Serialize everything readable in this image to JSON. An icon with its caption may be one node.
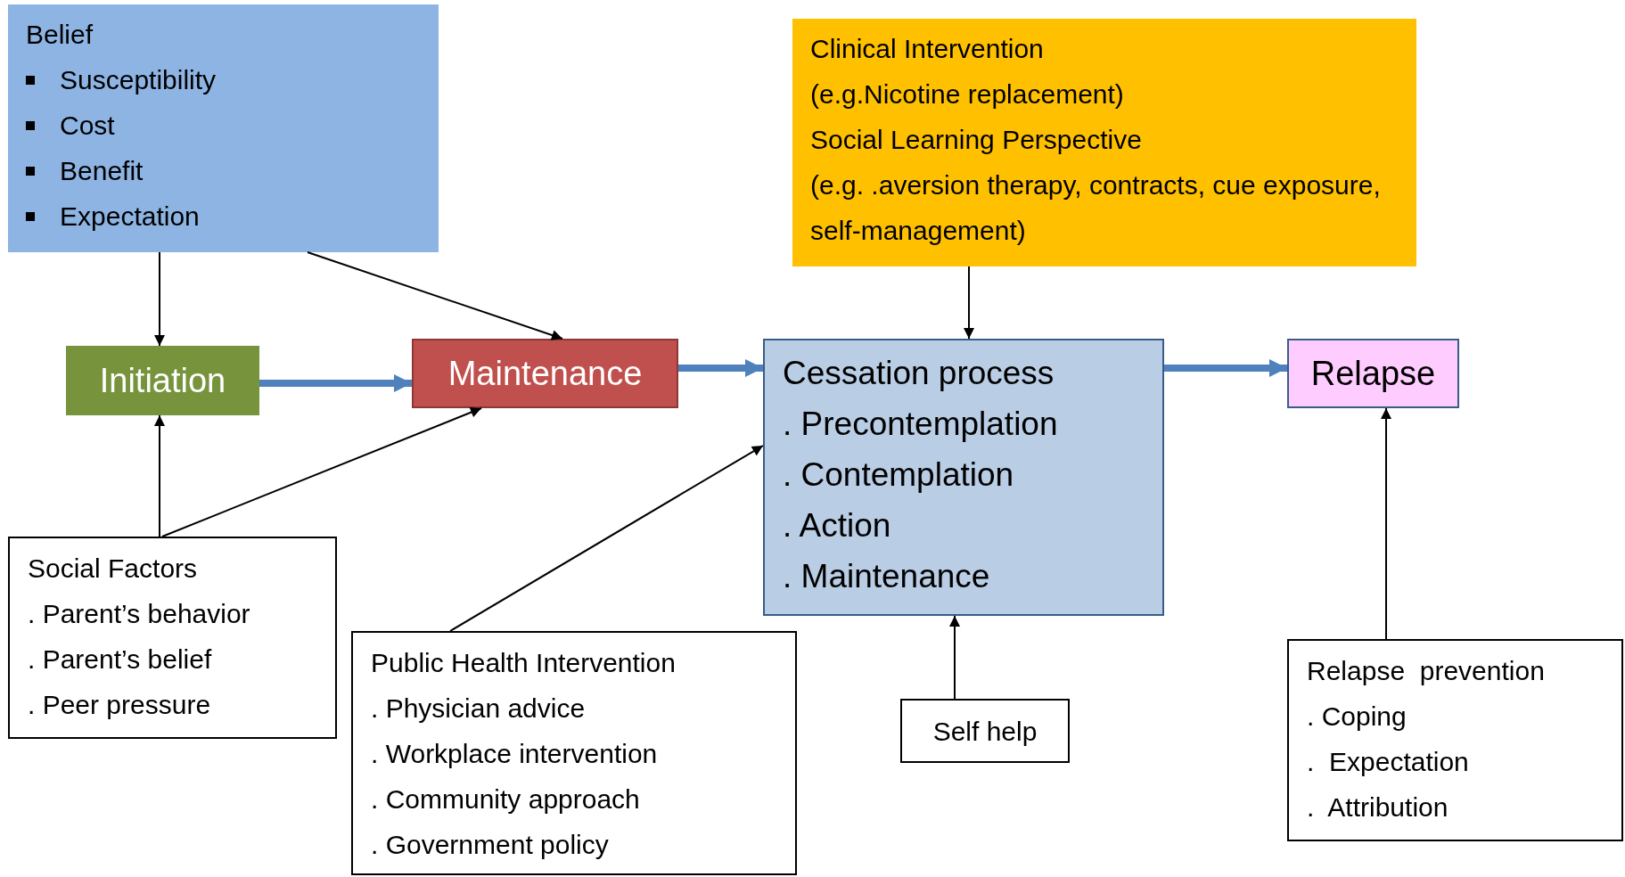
{
  "diagram": {
    "nodes": [
      {
        "text": [
          "Belief",
          "Susceptibility",
          "Cost",
          "Benefit",
          "Expectation"
        ]
      },
      {
        "text": [
          "Clinical Intervention",
          "(e.g.Nicotine replacement)",
          "Social Learning Perspective",
          "(e.g. .aversion therapy, contracts, cue exposure, self-management)"
        ]
      },
      {
        "text": [
          "Initiation"
        ]
      },
      {
        "text": [
          "Maintenance"
        ]
      },
      {
        "text": [
          "Cessation process",
          ". Precontemplation",
          ". Contemplation",
          ". Action",
          ". Maintenance"
        ]
      },
      {
        "text": [
          "Relapse"
        ]
      },
      {
        "text": [
          "Social Factors",
          ". Parent’s behavior",
          ". Parent’s belief",
          ". Peer pressure"
        ]
      },
      {
        "text": [
          "Public Health Intervention",
          ". Physician advice",
          ". Workplace intervention",
          ". Community approach",
          ". Government policy"
        ]
      },
      {
        "text": [
          "Self help"
        ]
      },
      {
        "text": [
          "Relapse  prevention",
          ". Coping",
          ".  Expectation",
          ".  Attribution"
        ]
      }
    ],
    "edges": [
      {
        "from": 0,
        "to": 2,
        "arrow": "to"
      },
      {
        "from": 0,
        "to": 3,
        "arrow": "to"
      },
      {
        "from": 2,
        "to": 3,
        "arrow": "to",
        "style": "thick",
        "color": "#4f81bd"
      },
      {
        "from": 3,
        "to": 4,
        "arrow": "to",
        "style": "thick",
        "color": "#4f81bd"
      },
      {
        "from": 1,
        "to": 4,
        "arrow": "to"
      },
      {
        "from": 4,
        "to": 5,
        "arrow": "to",
        "style": "thick",
        "color": "#4f81bd"
      },
      {
        "from": 6,
        "to": 2,
        "arrow": "to"
      },
      {
        "from": 6,
        "to": 3,
        "arrow": "to"
      },
      {
        "from": 7,
        "to": 4,
        "arrow": "to"
      },
      {
        "from": 8,
        "to": 4,
        "arrow": "to"
      },
      {
        "from": 9,
        "to": 5,
        "arrow": "to"
      }
    ]
  }
}
